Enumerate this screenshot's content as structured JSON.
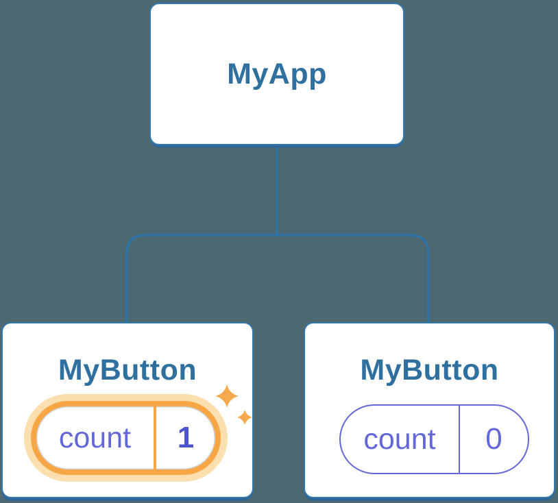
{
  "diagram": {
    "root": {
      "label": "MyApp"
    },
    "children": [
      {
        "label": "MyButton",
        "state": {
          "key": "count",
          "value": "1"
        },
        "highlighted": true
      },
      {
        "label": "MyButton",
        "state": {
          "key": "count",
          "value": "0"
        },
        "highlighted": false
      }
    ]
  },
  "icons": {
    "sparkle": "sparkle-icon"
  },
  "colors": {
    "background": "#4c6972",
    "card_border": "#3478ab",
    "card_shadow": "#2d6695",
    "connector": "#2e74a6",
    "title_text": "#30709f",
    "state_text": "#6368d8",
    "state_value_highlight": "#4d54cd",
    "pill_border": "#6368d8",
    "highlight_ring": "#f7a645",
    "highlight_glow": "#fbdfae",
    "sparkle": "#f6a94d"
  }
}
